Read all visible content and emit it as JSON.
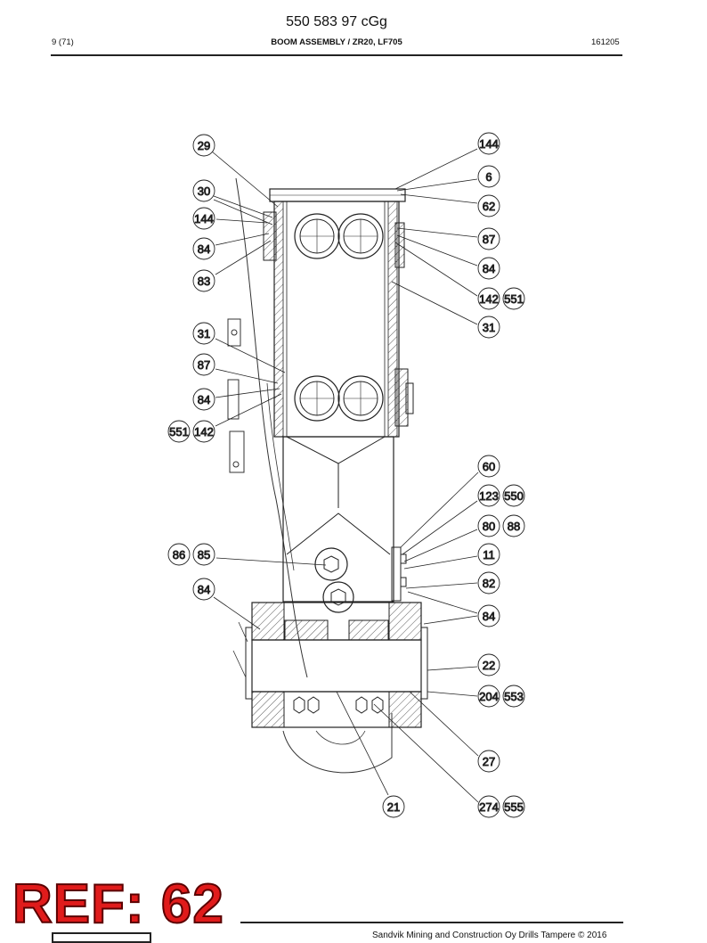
{
  "header": {
    "doc_number": "550 583 97 cGg",
    "page": "9 (71)",
    "title": "BOOM ASSEMBLY / ZR20, LF705",
    "date": "161205"
  },
  "callouts": [
    {
      "id": "c29",
      "label": "29"
    },
    {
      "id": "c30",
      "label": "30"
    },
    {
      "id": "c144a",
      "label": "144"
    },
    {
      "id": "c84a",
      "label": "84"
    },
    {
      "id": "c83",
      "label": "83"
    },
    {
      "id": "c31a",
      "label": "31"
    },
    {
      "id": "c87a",
      "label": "87"
    },
    {
      "id": "c84b",
      "label": "84"
    },
    {
      "id": "c551a",
      "label": "551"
    },
    {
      "id": "c142a",
      "label": "142"
    },
    {
      "id": "c86",
      "label": "86"
    },
    {
      "id": "c85",
      "label": "85"
    },
    {
      "id": "c84c",
      "label": "84"
    },
    {
      "id": "c144b",
      "label": "144"
    },
    {
      "id": "c6",
      "label": "6"
    },
    {
      "id": "c62",
      "label": "62"
    },
    {
      "id": "c87b",
      "label": "87"
    },
    {
      "id": "c84d",
      "label": "84"
    },
    {
      "id": "c142b",
      "label": "142"
    },
    {
      "id": "c551b",
      "label": "551"
    },
    {
      "id": "c31b",
      "label": "31"
    },
    {
      "id": "c60",
      "label": "60"
    },
    {
      "id": "c123",
      "label": "123"
    },
    {
      "id": "c550",
      "label": "550"
    },
    {
      "id": "c80",
      "label": "80"
    },
    {
      "id": "c88",
      "label": "88"
    },
    {
      "id": "c11",
      "label": "11"
    },
    {
      "id": "c82",
      "label": "82"
    },
    {
      "id": "c84e",
      "label": "84"
    },
    {
      "id": "c22",
      "label": "22"
    },
    {
      "id": "c204",
      "label": "204"
    },
    {
      "id": "c553",
      "label": "553"
    },
    {
      "id": "c27",
      "label": "27"
    },
    {
      "id": "c21",
      "label": "21"
    },
    {
      "id": "c274",
      "label": "274"
    },
    {
      "id": "c555",
      "label": "555"
    }
  ],
  "stamp": {
    "text": "REF: 62"
  },
  "footer": {
    "text": "Sandvik Mining and Construction Oy Drills Tampere © 2016"
  }
}
